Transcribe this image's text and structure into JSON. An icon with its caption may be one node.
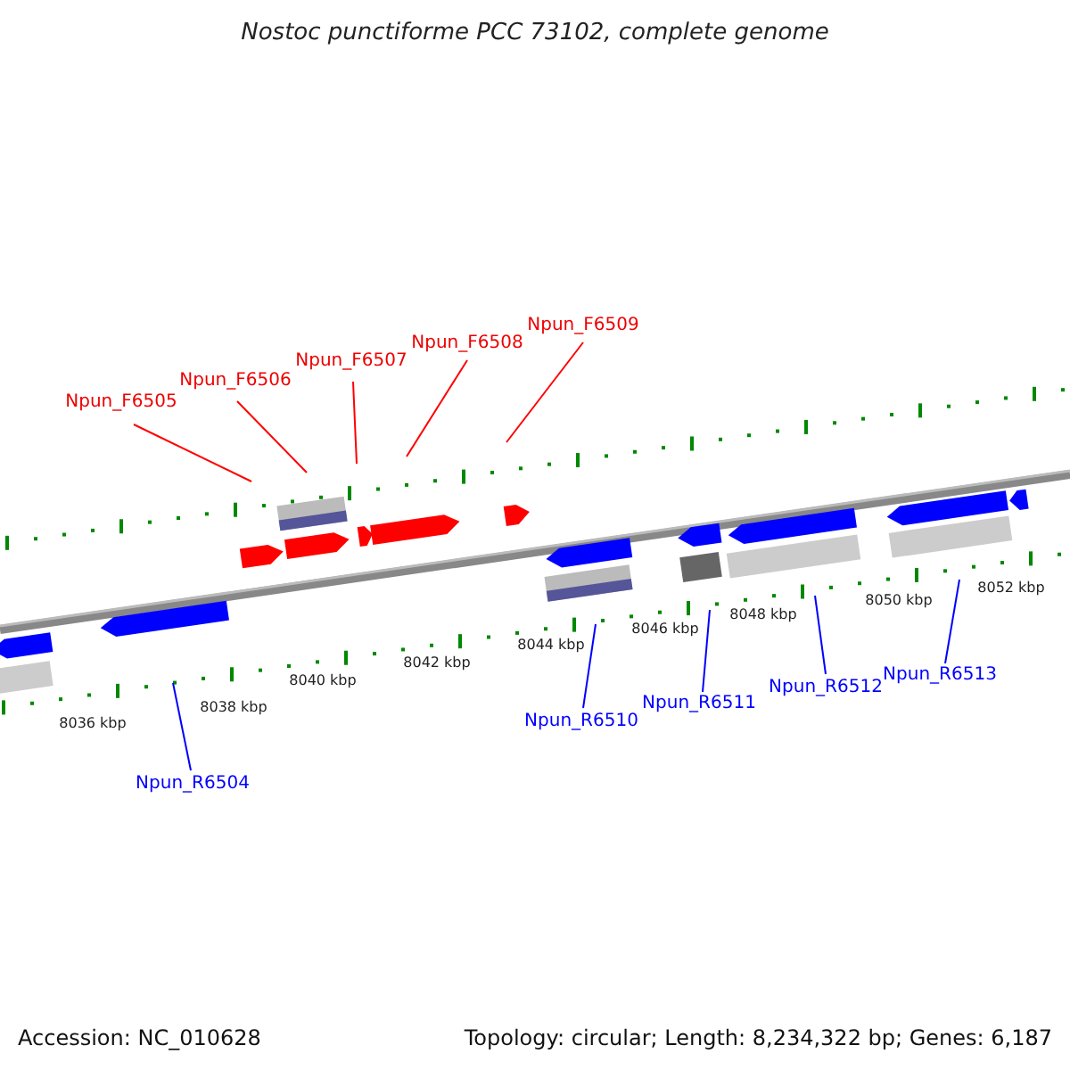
{
  "diagram": {
    "title": "Nostoc punctiforme PCC 73102, complete genome",
    "nodes": [
      {
        "text": [
          "Npun_F6505"
        ]
      },
      {
        "text": [
          "Npun_F6506"
        ]
      },
      {
        "text": [
          "Npun_F6507"
        ]
      },
      {
        "text": [
          "Npun_F6508"
        ]
      },
      {
        "text": [
          "Npun_F6509"
        ]
      },
      {
        "text": [
          "Npun_R6510"
        ]
      },
      {
        "text": [
          "Npun_R6511"
        ]
      },
      {
        "text": [
          "Npun_R6512"
        ]
      },
      {
        "text": [
          "Npun_R6513"
        ]
      },
      {
        "text": [
          "Npun_R6504"
        ]
      }
    ],
    "edges": [
      {
        "from": 0,
        "to": null,
        "arrow": "none",
        "color": "#ff0000"
      },
      {
        "from": 1,
        "to": null,
        "arrow": "none",
        "color": "#ff0000"
      },
      {
        "from": 2,
        "to": null,
        "arrow": "none",
        "color": "#ff0000"
      },
      {
        "from": 3,
        "to": null,
        "arrow": "none",
        "color": "#ff0000"
      },
      {
        "from": 4,
        "to": null,
        "arrow": "none",
        "color": "#ff0000"
      },
      {
        "from": 5,
        "to": null,
        "arrow": "none",
        "color": "#0000ff"
      },
      {
        "from": 6,
        "to": null,
        "arrow": "none",
        "color": "#0000ff"
      },
      {
        "from": 7,
        "to": null,
        "arrow": "none",
        "color": "#0000ff"
      },
      {
        "from": 8,
        "to": null,
        "arrow": "none",
        "color": "#0000ff"
      },
      {
        "from": 9,
        "to": null,
        "arrow": "none",
        "color": "#0000ff"
      }
    ],
    "labels": [
      "8036 kbp",
      "8038 kbp",
      "8040 kbp",
      "8042 kbp",
      "8044 kbp",
      "8046 kbp",
      "8048 kbp",
      "8050 kbp",
      "8052 kbp",
      "Accession: NC_010628",
      "Topology: circular; Length: 8,234,322 bp; Genes: 6,187"
    ]
  }
}
